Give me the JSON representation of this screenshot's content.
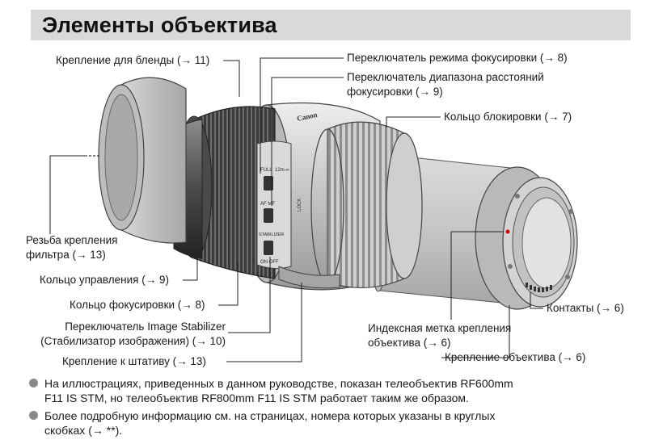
{
  "title": "Элементы объектива",
  "labels": {
    "hood_mount": "Крепление для бленды (→ 11)",
    "focus_mode_switch": "Переключатель режима фокусировки (→ 8)",
    "distance_range_switch_line1": "Переключатель диапазона расстояний",
    "distance_range_switch_line2": "фокусировки (→ 9)",
    "lock_ring": "Кольцо блокировки (→ 7)",
    "filter_thread_line1": "Резьба крепления",
    "filter_thread_line2": "фильтра (→ 13)",
    "control_ring": "Кольцо управления (→ 9)",
    "focus_ring": "Кольцо фокусировки (→ 8)",
    "is_switch_line1": "Переключатель Image Stabilizer",
    "is_switch_line2": "(Стабилизатор изображения) (→ 10)",
    "tripod_mount": "Крепление к штативу (→ 13)",
    "contacts": "Контакты (→ 6)",
    "mount_index_line1": "Индексная метка крепления",
    "mount_index_line2": "объектива (→ 6)",
    "lens_mount": "Крепление объектива (→ 6)"
  },
  "lens_markings": {
    "brand": "Canon",
    "full_label": "FULL",
    "dist_label": "12m-∞",
    "af_mf": "AF  MF",
    "stabilizer": "STABILIZER",
    "on_off": "ON OFF",
    "lock": "LOCK"
  },
  "notes": [
    {
      "line1": "На иллюстрациях, приведенных в данном руководстве, показан телеобъектив RF600mm",
      "line2": "F11 IS STM, но телеобъектив RF800mm F11 IS STM работает таким же образом."
    },
    {
      "line1": "Более подробную информацию см. на страницах, номера которых указаны в круглых",
      "line2": "скобках (→ **)."
    }
  ],
  "colors": {
    "header_bg": "#d9d9d9",
    "text": "#1a1a1a",
    "bullet": "#8a8a8a",
    "lens_body": "#c6c6c6",
    "lens_dark": "#3a3a3a"
  }
}
